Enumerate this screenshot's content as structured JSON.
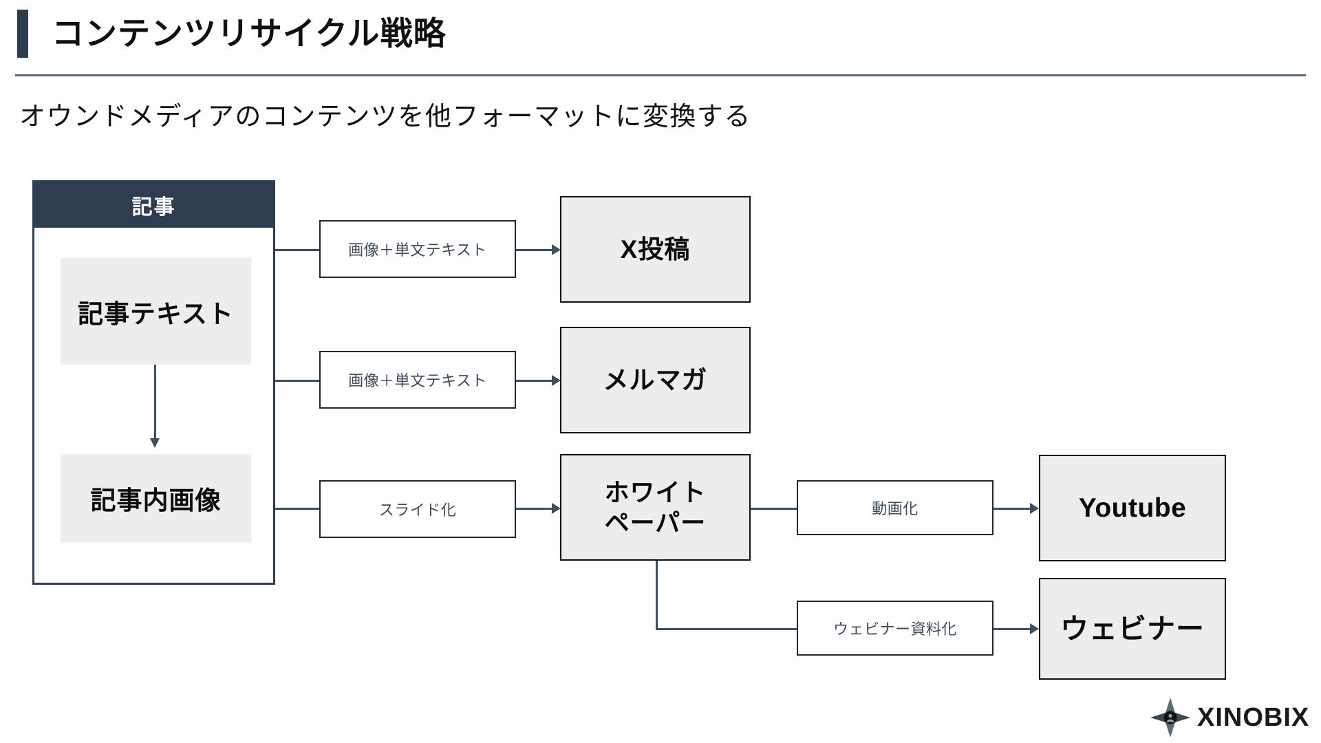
{
  "slide": {
    "title": "コンテンツリサイクル戦略",
    "subtitle": "オウンドメディアのコンテンツを他フォーマットに変換する",
    "accent_color": "#2e3e50",
    "rule_color": "#5a6b7c"
  },
  "source_group": {
    "header": "記事",
    "header_bg": "#2e3e50",
    "items": [
      {
        "label": "記事テキスト"
      },
      {
        "label": "記事内画像"
      }
    ]
  },
  "transform_labels": [
    {
      "label": "画像＋単文テキスト"
    },
    {
      "label": "画像＋単文テキスト"
    },
    {
      "label": "スライド化"
    },
    {
      "label": "動画化"
    },
    {
      "label": "ウェビナー資料化"
    }
  ],
  "outputs": [
    {
      "label": "X投稿",
      "line1": "X投稿",
      "line2": ""
    },
    {
      "label": "メルマガ",
      "line1": "メルマガ",
      "line2": ""
    },
    {
      "label": "ホワイトペーパー",
      "line1": "ホワイト",
      "line2": "ペーパー"
    },
    {
      "label": "Youtube",
      "line1": "Youtube",
      "line2": ""
    },
    {
      "label": "ウェビナー",
      "line1": "ウェビナー",
      "line2": ""
    }
  ],
  "logo": {
    "text": "XINOBIX",
    "mark": "four-pointed-star-ninja"
  }
}
